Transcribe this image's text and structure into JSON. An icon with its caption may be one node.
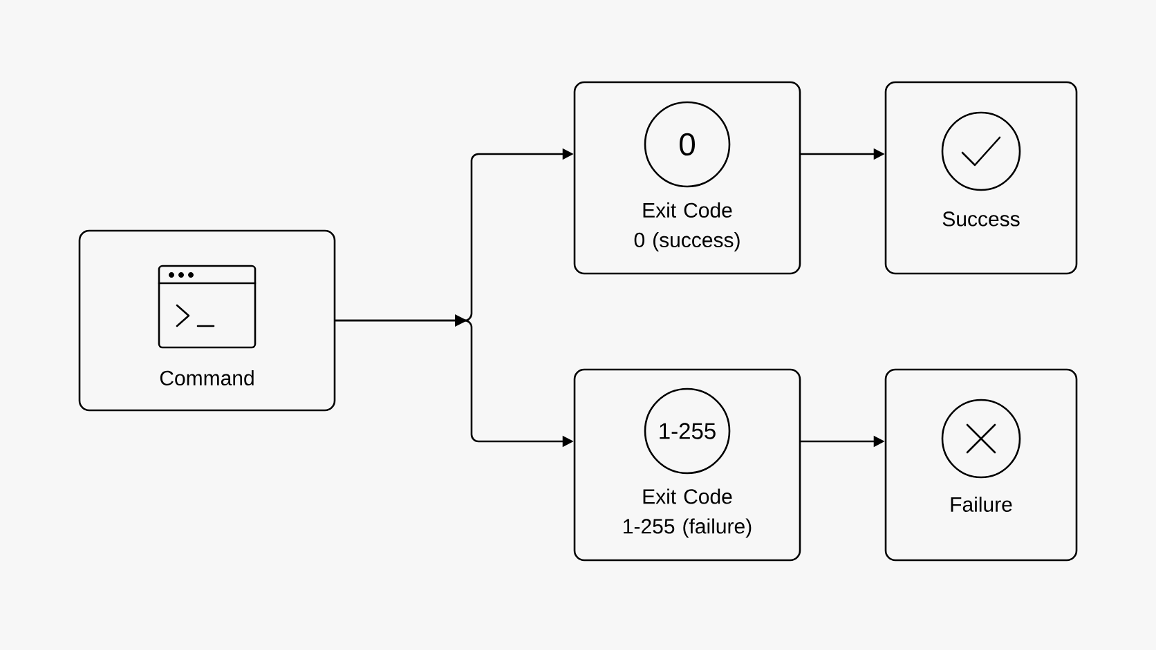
{
  "diagram": {
    "nodes": [
      {
        "text": [
          "Command"
        ]
      },
      {
        "text": [
          "Exit Code 0 (success)"
        ]
      },
      {
        "text": [
          "0"
        ],
        "in": 1
      },
      {
        "text": [
          "Success"
        ]
      },
      {
        "text": [
          "Exit Code 1-255 (failure)"
        ]
      },
      {
        "text": [
          "1-255"
        ],
        "in": 4
      },
      {
        "text": [
          "Failure"
        ]
      }
    ],
    "edges": [
      {
        "from": 0,
        "to": 1,
        "arrow": "to"
      },
      {
        "from": 0,
        "to": 4,
        "arrow": "to"
      },
      {
        "from": 1,
        "to": 3,
        "arrow": "to"
      },
      {
        "from": 4,
        "to": 6,
        "arrow": "to"
      }
    ]
  }
}
